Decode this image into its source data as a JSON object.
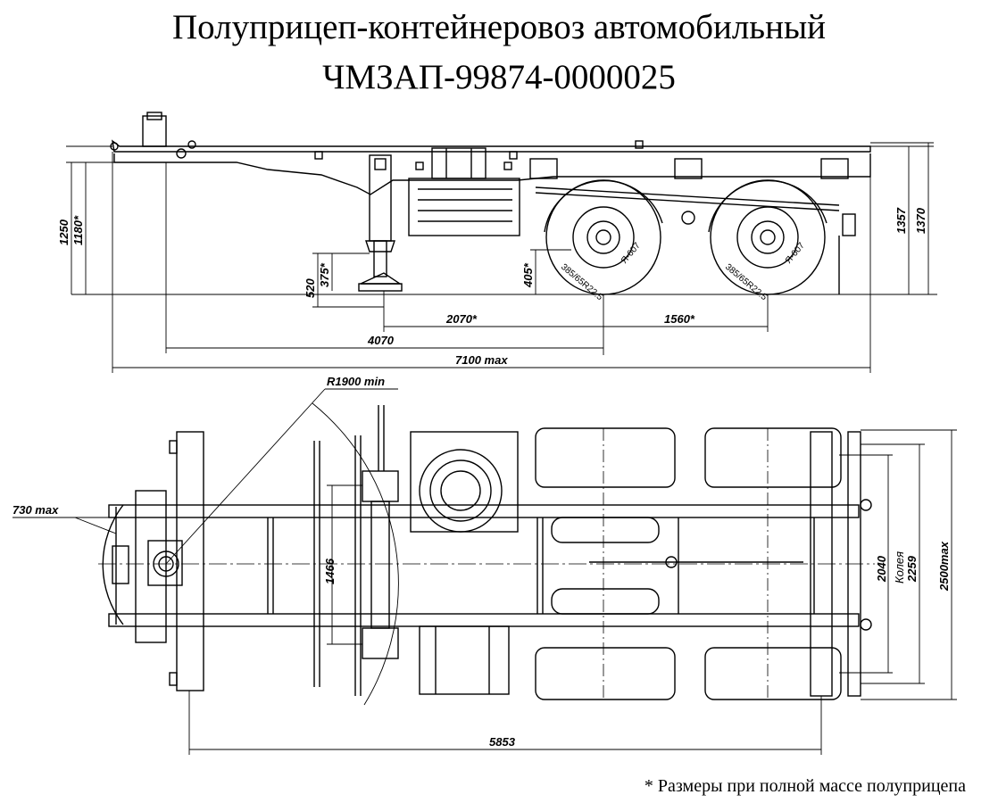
{
  "title": {
    "line1": "Полуприцеп-контейнеровоз автомобильный",
    "line2": "ЧМЗАП-99874-0000025"
  },
  "footnote": "* Размеры при полной массе полуприцепа",
  "side_view": {
    "height_left_1": "1250",
    "height_left_2": "1180*",
    "support_height_1": "520",
    "support_height_2": "375*",
    "axle_height": "405*",
    "height_right_1": "1357",
    "height_right_2": "1370",
    "dim_2070": "2070*",
    "dim_1560": "1560*",
    "dim_4070": "4070",
    "dim_7100": "7100 max",
    "tire_label_1": "385/65R22.5",
    "tire_label_2": "Я-607"
  },
  "top_view": {
    "turn_radius": "R1900 min",
    "front_swing": "730 max",
    "support_track": "1466",
    "track_2040": "2040",
    "track_label": "Колея",
    "width_2259": "2259",
    "width_2500": "2500max",
    "dim_5853": "5853"
  }
}
